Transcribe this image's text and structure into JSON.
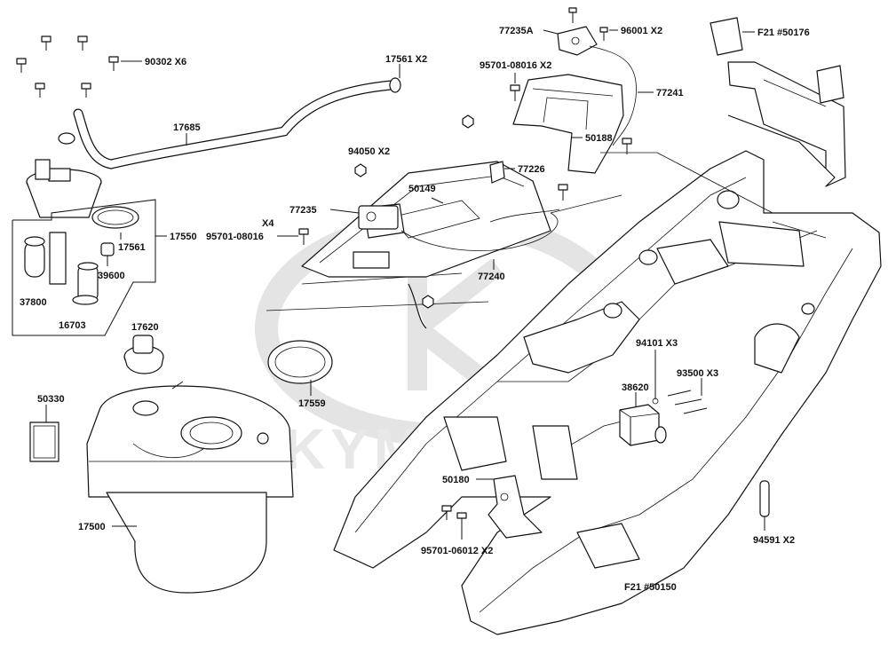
{
  "watermark": {
    "brand": "KYMCO"
  },
  "labels": {
    "l90302": "90302  X6",
    "l17561x2": "17561  X2",
    "l17685": "17685",
    "l77235A": "77235A",
    "l96001": "96001  X2",
    "lF21_50176": "F21 #50176",
    "l95701_08016x2": "95701-08016 X2",
    "l77241": "77241",
    "l50188": "50188",
    "l94050": "94050  X2",
    "l77226": "77226",
    "l50149": "50149",
    "l77235": "77235",
    "lX4": "X4",
    "l95701_08016": "95701-08016",
    "l17550": "17550",
    "l17561": "17561",
    "l77240": "77240",
    "l37800": "37800",
    "l39600": "39600",
    "l16703": "16703",
    "l17620": "17620",
    "l94101": "94101  X3",
    "l93500": "93500  X3",
    "l38620": "38620",
    "l17559": "17559",
    "l50330": "50330",
    "l50180": "50180",
    "l17500": "17500",
    "l95701_06012": "95701-06012 X2",
    "l94591": "94591  X2",
    "lF21_50150": "F21 #50150"
  }
}
